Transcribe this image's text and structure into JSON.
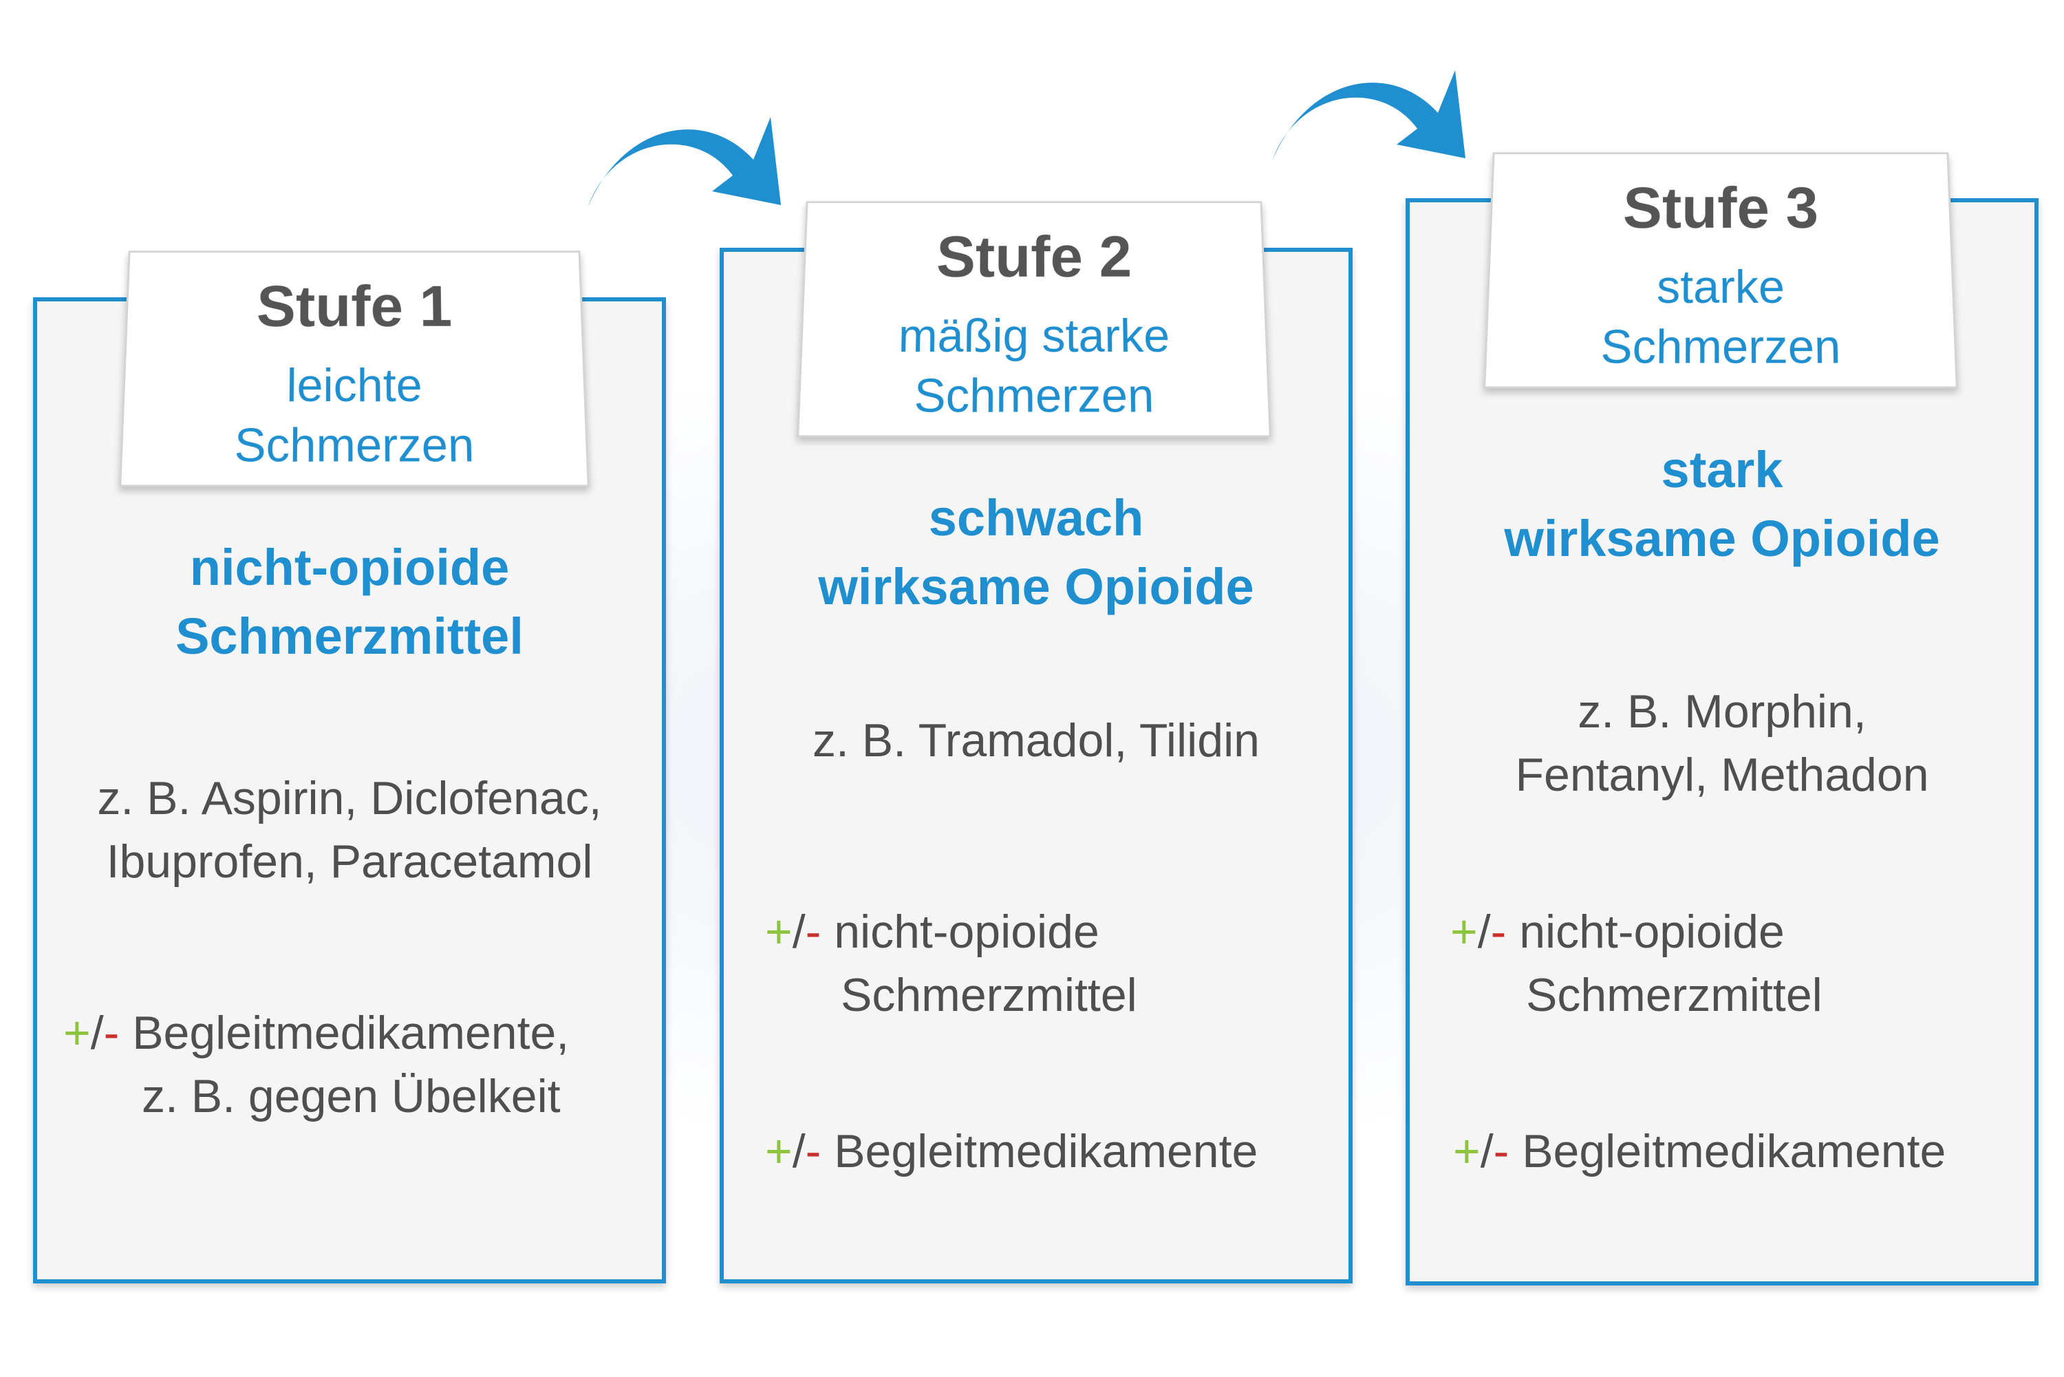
{
  "stages": [
    {
      "title": "Stufe 1",
      "subtitle": [
        "leichte",
        "Schmerzen"
      ],
      "heading": [
        "nicht-opioide",
        "Schmerzmittel"
      ],
      "examples": [
        "z. B. Aspirin, Diclofenac,",
        "Ibuprofen, Paracetamol"
      ],
      "addons": [
        {
          "plus": "+",
          "slash": "/",
          "minus": "-",
          "lines": [
            "Begleitmedikamente,",
            "z. B. gegen Übelkeit"
          ]
        }
      ]
    },
    {
      "title": "Stufe 2",
      "subtitle": [
        "mäßig starke",
        "Schmerzen"
      ],
      "heading": [
        "schwach",
        "wirksame Opioide"
      ],
      "examples": [
        "z. B. Tramadol, Tilidin"
      ],
      "addons": [
        {
          "plus": "+",
          "slash": "/",
          "minus": "-",
          "lines": [
            "nicht-opioide",
            "Schmerzmittel"
          ]
        },
        {
          "plus": "+",
          "slash": "/",
          "minus": "-",
          "lines": [
            "Begleitmedikamente"
          ]
        }
      ]
    },
    {
      "title": "Stufe 3",
      "subtitle": [
        "starke",
        "Schmerzen"
      ],
      "heading": [
        "stark",
        "wirksame Opioide"
      ],
      "examples": [
        "z. B. Morphin,",
        "Fentanyl, Methadon"
      ],
      "addons": [
        {
          "plus": "+",
          "slash": "/",
          "minus": "-",
          "lines": [
            "nicht-opioide",
            "Schmerzmittel"
          ]
        },
        {
          "plus": "+",
          "slash": "/",
          "minus": "-",
          "lines": [
            "Begleitmedikamente"
          ]
        }
      ]
    }
  ],
  "colors": {
    "accent": "#1f8fcf",
    "text": "#4f4f4f",
    "title": "#555555",
    "plus": "#8cc33f",
    "minus": "#c9302c",
    "card_bg": "#f6f5f6"
  },
  "icons": [
    "curved-arrow-right-icon",
    "curved-arrow-right-icon"
  ]
}
